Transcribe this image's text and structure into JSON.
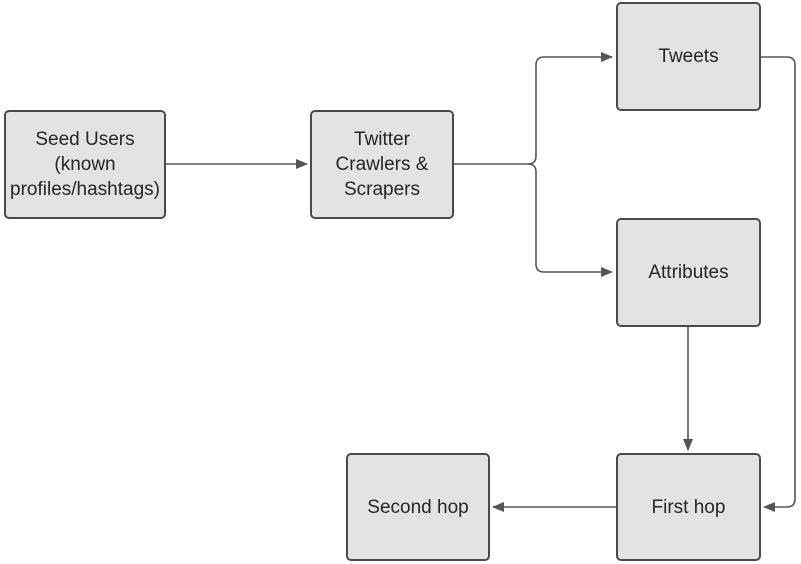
{
  "diagram": {
    "nodes": {
      "seed_users": {
        "label": "Seed Users\n(known\nprofiles/hashtags)"
      },
      "crawlers": {
        "label": "Twitter\nCrawlers &\nScrapers"
      },
      "tweets": {
        "label": "Tweets"
      },
      "attributes": {
        "label": "Attributes"
      },
      "first_hop": {
        "label": "First hop"
      },
      "second_hop": {
        "label": "Second hop"
      }
    },
    "edges": [
      {
        "from": "Seed Users",
        "to": "Twitter Crawlers & Scrapers"
      },
      {
        "from": "Twitter Crawlers & Scrapers",
        "to": "Tweets"
      },
      {
        "from": "Twitter Crawlers & Scrapers",
        "to": "Attributes"
      },
      {
        "from": "Tweets",
        "to": "First hop"
      },
      {
        "from": "Attributes",
        "to": "First hop"
      },
      {
        "from": "First hop",
        "to": "Second hop"
      }
    ]
  }
}
